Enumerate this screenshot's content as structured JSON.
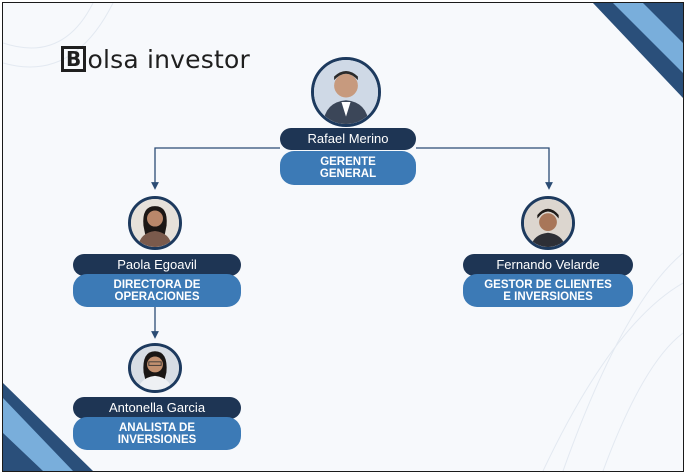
{
  "logo": {
    "first_letter": "B",
    "rest": "olsa investor"
  },
  "colors": {
    "name_bg": "#1e3554",
    "role_bg": "#3c7ab6",
    "connector": "#2b4c74",
    "accent_light": "#79aedb"
  },
  "nodes": {
    "ceo": {
      "name": "Rafael Merino",
      "role": "GERENTE\nGENERAL"
    },
    "ops": {
      "name": "Paola Egoavil",
      "role": "DIRECTORA DE\nOPERACIONES"
    },
    "clients": {
      "name": "Fernando Velarde",
      "role": "GESTOR DE CLIENTES\nE INVERSIONES"
    },
    "analyst": {
      "name": "Antonella Garcia",
      "role": "ANALISTA DE\nINVERSIONES"
    }
  }
}
